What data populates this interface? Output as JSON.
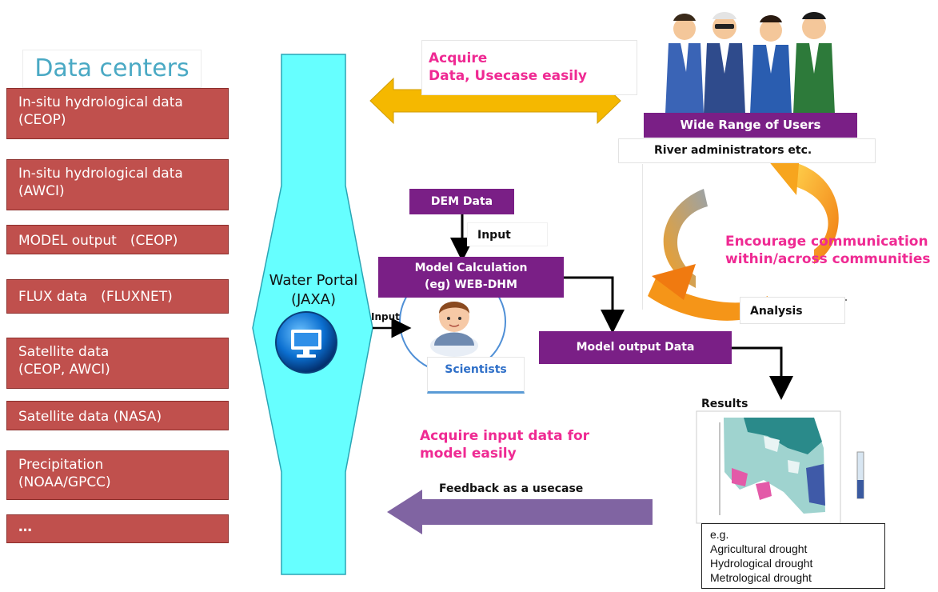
{
  "data_centers": {
    "title": "Data centers",
    "items": [
      "In-situ hydrological data\n(CEOP)",
      "In-situ hydrological data\n(AWCI)",
      "MODEL output　(CEOP)",
      "FLUX data　(FLUXNET)",
      "Satellite data\n(CEOP, AWCI)",
      "Satellite data (NASA)",
      "Precipitation\n(NOAA/GPCC)",
      "…"
    ]
  },
  "portal": {
    "label": "Water Portal\n(JAXA)"
  },
  "acquire_top": {
    "line1": "Acquire",
    "line2": "Data, Usecase easily"
  },
  "users": {
    "header": "Wide Range of Users",
    "subheader": "River administrators etc."
  },
  "cycle": {
    "text": "Encourage communication\nwithin/across communities",
    "analysis": "Analysis"
  },
  "dem": {
    "label": "DEM Data",
    "input": "Input"
  },
  "model_calc": {
    "label": "Model Calculation\n(eg) WEB-DHM",
    "input_left": "Input"
  },
  "scientists": {
    "label": "Scientists"
  },
  "model_output": {
    "label": "Model output Data"
  },
  "results": {
    "title": "Results",
    "caption": "e.g.\nAgricultural drought\nHydrological drought\nMetrological drought"
  },
  "acquire_bottom": {
    "text": "Acquire input data for\nmodel easily"
  },
  "feedback": {
    "label": "Feedback as a usecase"
  },
  "colors": {
    "data_box": "#c0504d",
    "portal": "#66ffff",
    "purple_box": "#7a1f86",
    "pink_text": "#ef2a93",
    "acquire_arrow": "#f5b800",
    "feedback_arrow": "#8064a2"
  }
}
